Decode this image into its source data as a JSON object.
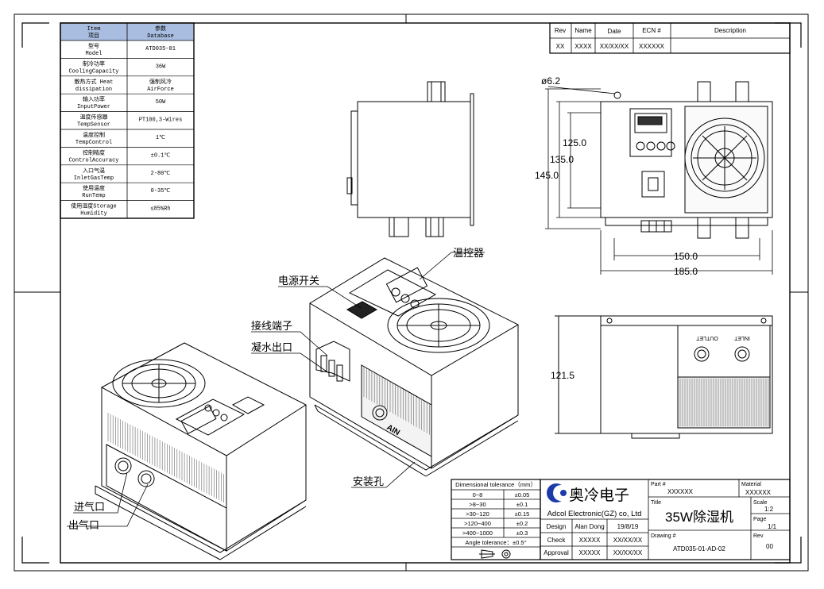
{
  "spec_table": {
    "header": {
      "label_en": "Item",
      "label_cn": "项目",
      "value_cn": "参数",
      "value_en": "Database"
    },
    "rows": [
      {
        "cn": "型号",
        "en": "Model",
        "value": "ATD035-01"
      },
      {
        "cn": "制冷功率",
        "en": "CoolingCapacity",
        "value": "36W"
      },
      {
        "cn": "散热方式 Heat",
        "en": "dissipation",
        "value": "强制风冷",
        "value2": "AirForce"
      },
      {
        "cn": "输入功率",
        "en": "InputPower",
        "value": "50W"
      },
      {
        "cn": "温度传感器",
        "en": "TempSensor",
        "value": "PT100,3-Wires"
      },
      {
        "cn": "温度控制",
        "en": "TempControl",
        "value": "1℃"
      },
      {
        "cn": "控制精度",
        "en": "ControlAccuracy",
        "value": "±0.1℃"
      },
      {
        "cn": "入口气温",
        "en": "InletGasTemp",
        "value": "2-80℃"
      },
      {
        "cn": "使用温度",
        "en": "RunTemp",
        "value": "0-35℃"
      },
      {
        "cn": "使用湿度Storage",
        "en": "Humidity",
        "value": "≤85%Rh"
      }
    ]
  },
  "revision_table": {
    "headers": [
      "Rev",
      "Name",
      "Date",
      "ECN #",
      "Description"
    ],
    "row": [
      "XX",
      "XXXX",
      "XX/XX/XX",
      "XXXXXX",
      ""
    ]
  },
  "dimensions": {
    "hole": "ø6.2",
    "d125": "125.0",
    "d135": "135.0",
    "d145": "145.0",
    "d150": "150.0",
    "d185": "185.0",
    "d121": "121.5"
  },
  "callouts": {
    "temp_controller": "温控器",
    "power_switch": "电源开关",
    "terminal_block": "接线端子",
    "drain_outlet": "凝水出口",
    "mount_hole": "安装孔",
    "inlet": "进气口",
    "outlet": "出气口"
  },
  "port_labels": {
    "outlet": "OUTLET",
    "inlet": "INLET",
    "drain": "AIN"
  },
  "tolerance_table": {
    "title": "Dimensional tolerance（mm）",
    "rows": [
      [
        "0~8",
        "±0.05"
      ],
      [
        ">8~30",
        "±0.1"
      ],
      [
        ">30~120",
        "±0.15"
      ],
      [
        ">120~400",
        "±0.2"
      ],
      [
        ">400~1000",
        "±0.3"
      ]
    ],
    "angle": "Angle tolerance：±0.5°"
  },
  "title_block": {
    "company_cn": "奥冷电子",
    "company_en": "Adcol Electronic(GZ) co, Ltd",
    "design_label": "Design",
    "design_name": "Alan Dong",
    "design_date": "19/8/19",
    "check_label": "Check",
    "check_name": "XXXXX",
    "check_date": "XX/XX/XX",
    "approval_label": "Approval",
    "approval_name": "XXXXX",
    "approval_date": "XX/XX/XX",
    "part_label": "Part #",
    "part_value": "XXXXXX",
    "material_label": "Material",
    "material_value": "XXXXXX",
    "title_label": "Title",
    "title_value": "35W除湿机",
    "scale_label": "Scale",
    "scale_value": "1:2",
    "page_label": "Page",
    "page_value": "1/1",
    "drawing_label": "Drawing #",
    "drawing_value": "ATD035-01-AD-02",
    "rev_label": "Rev",
    "rev_value": "00"
  }
}
